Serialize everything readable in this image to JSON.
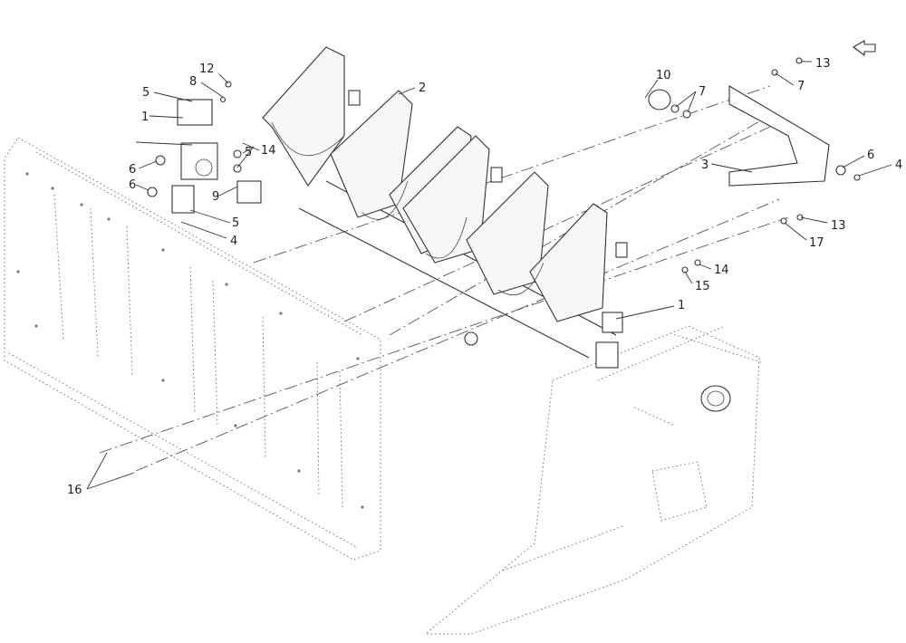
{
  "diagram": {
    "view_arrow_icon": "arrow-icon",
    "callouts": [
      {
        "id": "c12a",
        "text": "12"
      },
      {
        "id": "c8",
        "text": "8"
      },
      {
        "id": "c5a",
        "text": "5"
      },
      {
        "id": "c1a",
        "text": "1"
      },
      {
        "id": "c6a",
        "text": "6"
      },
      {
        "id": "c6b",
        "text": "6"
      },
      {
        "id": "c9",
        "text": "9"
      },
      {
        "id": "c5b",
        "text": "5"
      },
      {
        "id": "c4a",
        "text": "4"
      },
      {
        "id": "c5c",
        "text": "5"
      },
      {
        "id": "c14a",
        "text": "14"
      },
      {
        "id": "c2",
        "text": "2"
      },
      {
        "id": "c10",
        "text": "10"
      },
      {
        "id": "c7a",
        "text": "7"
      },
      {
        "id": "c13a",
        "text": "13"
      },
      {
        "id": "c7b",
        "text": "7"
      },
      {
        "id": "c3",
        "text": "3"
      },
      {
        "id": "c6c",
        "text": "6"
      },
      {
        "id": "c4b",
        "text": "4"
      },
      {
        "id": "c13b",
        "text": "13"
      },
      {
        "id": "c17",
        "text": "17"
      },
      {
        "id": "c14b",
        "text": "14"
      },
      {
        "id": "c15",
        "text": "15"
      },
      {
        "id": "c1b",
        "text": "1"
      },
      {
        "id": "c16",
        "text": "16"
      }
    ]
  }
}
